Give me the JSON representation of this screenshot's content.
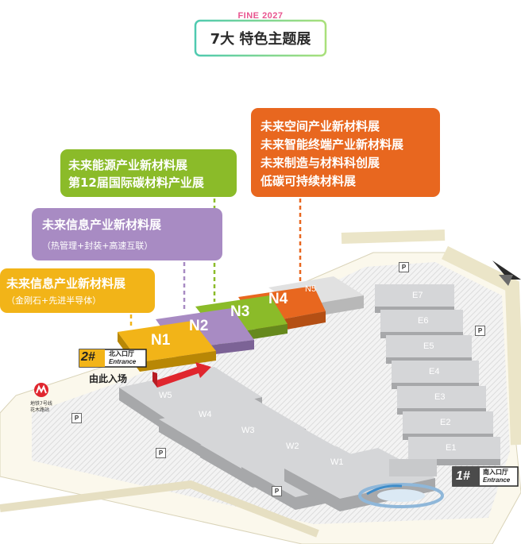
{
  "header": {
    "tag": "FINE 2027",
    "title": "7大 特色主题展"
  },
  "themes": {
    "orange": {
      "lines": [
        "未来空间产业新材料展",
        "未来智能终端产业新材料展",
        "未来制造与材料科创展",
        "低碳可持续材料展"
      ],
      "color": "#e8671f"
    },
    "green": {
      "lines": [
        "未来能源产业新材料展",
        "第12届国际碳材料产业展"
      ],
      "color": "#8bbb29"
    },
    "purple": {
      "lines": [
        "未来信息产业新材料展"
      ],
      "sub": "（热管理+封装+高速互联）",
      "color": "#a88bc3"
    },
    "yellow": {
      "lines": [
        "未来信息产业新材料展"
      ],
      "sub": "（金刚石+先进半导体）",
      "color": "#f2b418"
    }
  },
  "halls": {
    "north": [
      "N1",
      "N2",
      "N3",
      "N4",
      "N5"
    ],
    "west": [
      "W5",
      "W4",
      "W3",
      "W2",
      "W1"
    ],
    "east": [
      "E7",
      "E6",
      "E5",
      "E4",
      "E3",
      "E2",
      "E1"
    ]
  },
  "entrances": {
    "north": {
      "num": "2#",
      "cn": "北入口厅",
      "en": "Entrance"
    },
    "south": {
      "num": "1#",
      "cn": "南入口厅",
      "en": "Entrance"
    },
    "enter_here": "由此入场"
  },
  "metro": {
    "line1": "地铁7号线",
    "line2": "花木路站"
  },
  "parking": "P",
  "colors": {
    "n1": "#f2b418",
    "n2": "#a88bc3",
    "n3": "#8bbb29",
    "n4": "#e8671f",
    "hall": "#c8c9cb",
    "road": "#f5efd3",
    "arrow": "#e0262e"
  }
}
